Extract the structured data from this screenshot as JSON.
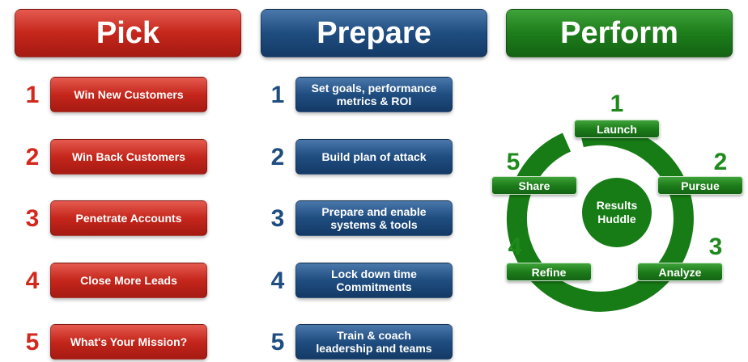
{
  "pick": {
    "title": "Pick",
    "items": [
      {
        "n": "1",
        "label": "Win New Customers"
      },
      {
        "n": "2",
        "label": "Win Back Customers"
      },
      {
        "n": "3",
        "label": "Penetrate Accounts"
      },
      {
        "n": "4",
        "label": "Close More Leads"
      },
      {
        "n": "5",
        "label": "What's Your Mission?"
      }
    ]
  },
  "prepare": {
    "title": "Prepare",
    "items": [
      {
        "n": "1",
        "label": "Set goals, performance metrics & ROI"
      },
      {
        "n": "2",
        "label": "Build plan of attack"
      },
      {
        "n": "3",
        "label": "Prepare and enable systems & tools"
      },
      {
        "n": "4",
        "label": "Lock down time Commitments"
      },
      {
        "n": "5",
        "label": "Train & coach leadership and teams"
      }
    ]
  },
  "perform": {
    "title": "Perform",
    "center": "Results Huddle",
    "steps": [
      {
        "n": "1",
        "label": "Launch"
      },
      {
        "n": "2",
        "label": "Pursue"
      },
      {
        "n": "3",
        "label": "Analyze"
      },
      {
        "n": "4",
        "label": "Refine"
      },
      {
        "n": "5",
        "label": "Share"
      }
    ]
  }
}
